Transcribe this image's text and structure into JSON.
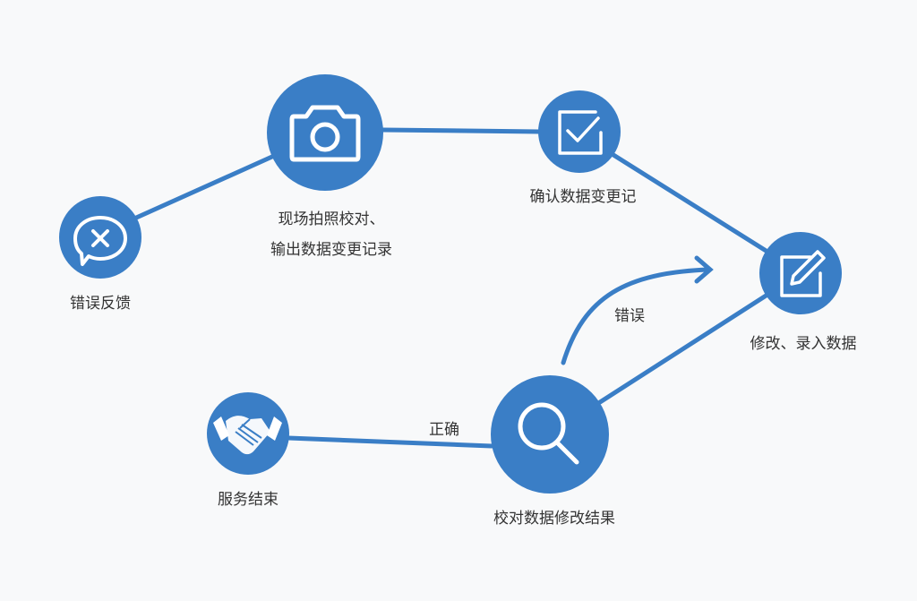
{
  "colors": {
    "accent": "#3a7ec6",
    "text": "#333333",
    "background": "#f8f9fa"
  },
  "nodes": {
    "feedback": {
      "label": "错误反馈",
      "icon": "speech-bubble-x-icon"
    },
    "photo": {
      "label_line1": "现场拍照校对、",
      "label_line2": "输出数据变更记录",
      "icon": "camera-icon"
    },
    "confirm": {
      "label": "确认数据变更记",
      "icon": "checkbox-icon"
    },
    "edit": {
      "label": "修改、录入数据",
      "icon": "pencil-edit-icon"
    },
    "verify": {
      "label": "校对数据修改结果",
      "icon": "magnifier-icon"
    },
    "done": {
      "label": "服务结束",
      "icon": "handshake-icon"
    }
  },
  "edges": {
    "wrong": "错误",
    "correct": "正确"
  }
}
